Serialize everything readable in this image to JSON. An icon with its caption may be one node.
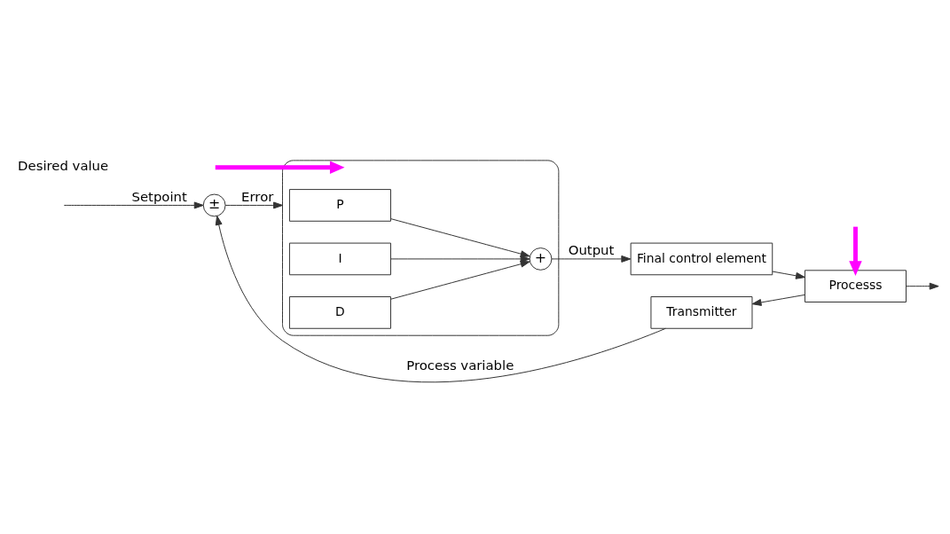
{
  "diagram": {
    "nodes": [
      {
        "text": [
          "±"
        ]
      },
      {
        "text": [],
        "shape": "box"
      },
      {
        "text": [
          "P"
        ],
        "in": 1
      },
      {
        "text": [
          "I"
        ],
        "in": 1
      },
      {
        "text": [
          "D"
        ],
        "in": 1
      },
      {
        "text": [
          "+"
        ],
        "in": 1
      },
      {
        "text": [
          "Final control element"
        ]
      },
      {
        "text": [
          "Processs"
        ]
      },
      {
        "text": [
          "Transmitter"
        ]
      }
    ],
    "edges": [
      {
        "from": null,
        "to": 0,
        "arrow": "to",
        "label": "Setpoint"
      },
      {
        "from": 0,
        "to": 1,
        "arrow": "to",
        "label": "Error"
      },
      {
        "from": 2,
        "to": 5,
        "arrow": "to"
      },
      {
        "from": 3,
        "to": 5,
        "arrow": "to"
      },
      {
        "from": 4,
        "to": 5,
        "arrow": "to"
      },
      {
        "from": 5,
        "to": 6,
        "arrow": "to",
        "label": "Output"
      },
      {
        "from": 6,
        "to": 7,
        "arrow": "to"
      },
      {
        "from": null,
        "to": 1,
        "arrow": "to",
        "style": "thick",
        "color": "#ff00ff"
      },
      {
        "from": null,
        "to": 7,
        "arrow": "to",
        "style": "thick",
        "color": "#ff00ff"
      },
      {
        "from": 7,
        "to": null,
        "arrow": "to"
      },
      {
        "from": 7,
        "to": 8,
        "arrow": "to"
      },
      {
        "from": 8,
        "to": 0,
        "arrow": "to",
        "label": "Process variable"
      }
    ],
    "labels": [
      "Desired value"
    ]
  }
}
